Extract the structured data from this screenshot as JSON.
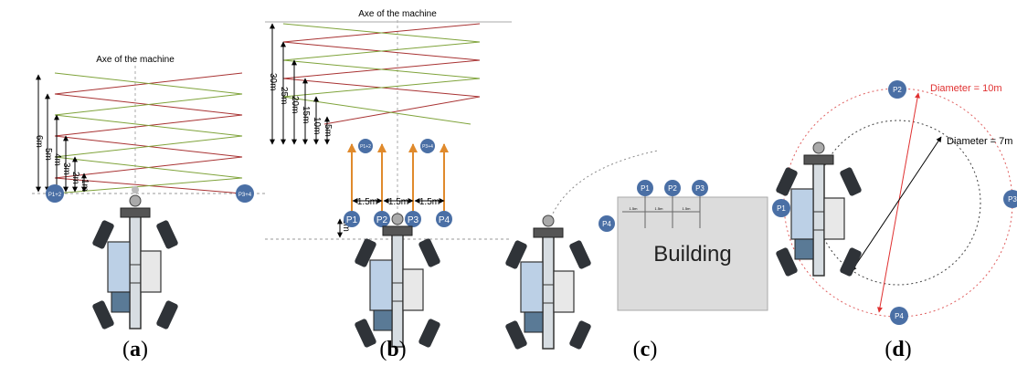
{
  "panel_a": {
    "title": "Axe of the machine",
    "heights": [
      "6m",
      "5m",
      "4m",
      "3m",
      "2m",
      "1m"
    ],
    "points": [
      "P1+2",
      "P3+4"
    ],
    "caption_letter": "a"
  },
  "panel_b": {
    "title": "Axe of the machine",
    "heights": [
      "30m",
      "25m",
      "20m",
      "15m",
      "10m",
      "5m"
    ],
    "top_points": [
      "P1+2",
      "P3+4"
    ],
    "points": [
      "P1",
      "P2",
      "P3",
      "P4"
    ],
    "spacings": [
      "1.5m",
      "1.5m",
      "1.5m"
    ],
    "offset": "1m",
    "caption_letter": "b"
  },
  "panel_c": {
    "points": [
      "P1",
      "P2",
      "P3",
      "P4"
    ],
    "spacings": [
      "1.5m",
      "1.5m",
      "1.5m"
    ],
    "building_label": "Building",
    "caption_letter": "c"
  },
  "panel_d": {
    "points": [
      "P1",
      "P2",
      "P3",
      "P4"
    ],
    "outer_label": "Diameter = 10m",
    "inner_label": "Diameter = 7m",
    "caption_letter": "d"
  },
  "colors": {
    "point_fill": "#4a6fa5",
    "red_line": "#a83232",
    "green_line": "#7fa33a",
    "orange_arrow": "#e08a2c",
    "diameter_red": "#e03030"
  }
}
